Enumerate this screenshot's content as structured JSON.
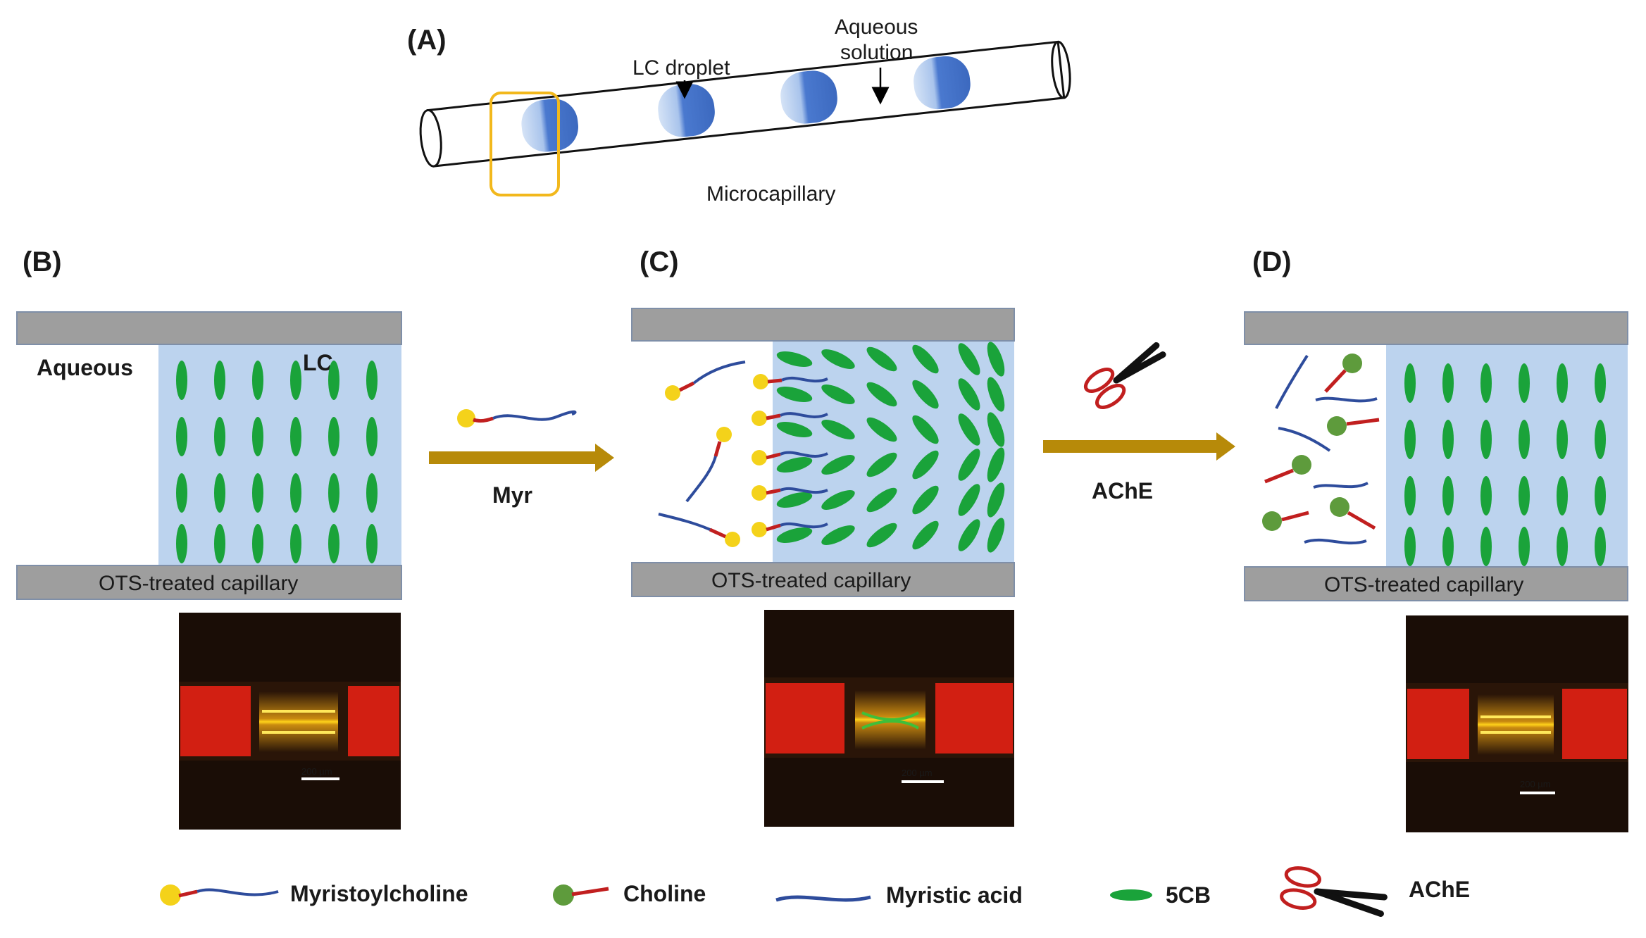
{
  "panels": {
    "a": {
      "tag": "(A)",
      "droplet_label": "LC droplet",
      "aqueous_label_1": "Aqueous",
      "aqueous_label_2": "solution",
      "capillary_label": "Microcapillary"
    },
    "b": {
      "tag": "(B)",
      "aqueous_label": "Aqueous",
      "lc_label": "LC",
      "wall_label": "OTS-treated capillary",
      "scale_label": "200 µm"
    },
    "c": {
      "tag": "(C)",
      "wall_label": "OTS-treated capillary",
      "scale_label": "200 µm"
    },
    "d": {
      "tag": "(D)",
      "wall_label": "OTS-treated capillary",
      "scale_label": "200 µm"
    }
  },
  "arrows": {
    "myr": {
      "label": "Myr"
    },
    "ache": {
      "label": "AChE"
    }
  },
  "legend": [
    {
      "key": "myristoylcholine",
      "label": "Myristoylcholine"
    },
    {
      "key": "choline",
      "label": "Choline"
    },
    {
      "key": "myristic_acid",
      "label": "Myristic acid"
    },
    {
      "key": "5cb",
      "label": "5CB"
    },
    {
      "key": "ache",
      "label": "AChE"
    }
  ],
  "colors": {
    "wall": "#9e9e9e",
    "lc_fill": "#bcd3ee",
    "mesogen": "#1aa33a",
    "choline_head": "#f4d21a",
    "choline_green": "#5e9b3c",
    "linker": "#c11f1f",
    "tail": "#2e4c9c",
    "arrow": "#b78a09",
    "droplet": "#4a79cf",
    "highlight": "#f2b81c",
    "micro_red": "#d21f12",
    "micro_bg": "#1a0d06"
  }
}
